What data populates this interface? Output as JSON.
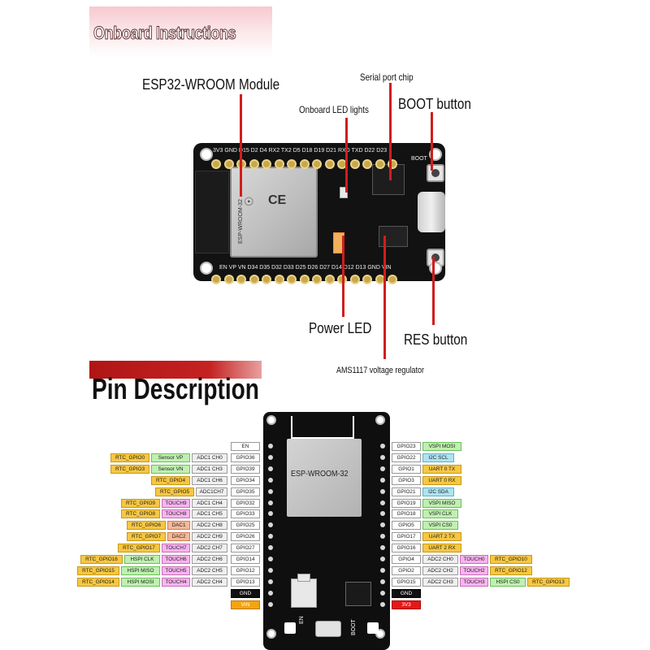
{
  "section1": {
    "title": "Onboard Instructions",
    "labels": {
      "module": "ESP32-WROOM Module",
      "serial_chip": "Serial port chip",
      "onboard_led": "Onboard LED lights",
      "boot_button": "BOOT button",
      "power_led": "Power LED",
      "res_button": "RES button",
      "regulator": "AMS1117 voltage regulator"
    },
    "board_silkscreen": {
      "top_pins": "3V3 GND D15 D2 D4 RX2 TX2 D5 D18 D19 D21 RXD TXD D22 D23",
      "bottom_pins": "EN VP VN D34 D35 D32 D33 D25 D26 D27 D14 D12 D13 GND VIN",
      "module_text": "ESP-WROOM-32",
      "boot_text": "BOOT",
      "en_text": "EN"
    }
  },
  "section2": {
    "title": "Pin Description",
    "module_label": "ESP-WROOM-32",
    "en_mark": "EN",
    "boot_mark": "BOOT",
    "left_rows": [
      {
        "pin": "EN",
        "tags": []
      },
      {
        "pin": "GPIO36",
        "tags": [
          {
            "t": "RTC_GPIO0",
            "c": "yellow"
          },
          {
            "t": "Sensor VP",
            "c": "green"
          },
          {
            "t": "ADC1 CH0",
            "c": "gray"
          }
        ]
      },
      {
        "pin": "GPIO39",
        "tags": [
          {
            "t": "RTC_GPIO3",
            "c": "yellow"
          },
          {
            "t": "Sensor VN",
            "c": "green"
          },
          {
            "t": "ADC1 CH3",
            "c": "gray"
          }
        ]
      },
      {
        "pin": "GPIO34",
        "tags": [
          {
            "t": "RTC_GPIO4",
            "c": "yellow"
          },
          {
            "t": "ADC1 CH6",
            "c": "gray"
          }
        ]
      },
      {
        "pin": "GPIO35",
        "tags": [
          {
            "t": "RTC_GPIO5",
            "c": "yellow"
          },
          {
            "t": "ADC1CH7",
            "c": "gray"
          }
        ]
      },
      {
        "pin": "GPIO32",
        "tags": [
          {
            "t": "RTC_GPIO9",
            "c": "yellow"
          },
          {
            "t": "TOUCH9",
            "c": "pink"
          },
          {
            "t": "ADC1 CH4",
            "c": "gray"
          }
        ]
      },
      {
        "pin": "GPIO33",
        "tags": [
          {
            "t": "RTC_GPIO8",
            "c": "yellow"
          },
          {
            "t": "TOUCH8",
            "c": "pink"
          },
          {
            "t": "ADC1 CH5",
            "c": "gray"
          }
        ]
      },
      {
        "pin": "GPIO25",
        "tags": [
          {
            "t": "RTC_GPIO6",
            "c": "yellow"
          },
          {
            "t": "DAC1",
            "c": "orange"
          },
          {
            "t": "ADC2 CH8",
            "c": "gray"
          }
        ]
      },
      {
        "pin": "GPIO26",
        "tags": [
          {
            "t": "RTC_GPIO7",
            "c": "yellow"
          },
          {
            "t": "DAC2",
            "c": "orange"
          },
          {
            "t": "ADC2 CH9",
            "c": "gray"
          }
        ]
      },
      {
        "pin": "GPIO27",
        "tags": [
          {
            "t": "RTC_GPIO17",
            "c": "yellow"
          },
          {
            "t": "TOUCH7",
            "c": "pink"
          },
          {
            "t": "ADC2 CH7",
            "c": "gray"
          }
        ]
      },
      {
        "pin": "GPIO14",
        "tags": [
          {
            "t": "RTC_GPIO16",
            "c": "yellow"
          },
          {
            "t": "HSPI CLK",
            "c": "green"
          },
          {
            "t": "TOUCH6",
            "c": "pink"
          },
          {
            "t": "ADC2 CH6",
            "c": "gray"
          }
        ]
      },
      {
        "pin": "GPIO12",
        "tags": [
          {
            "t": "RTC_GPIO15",
            "c": "yellow"
          },
          {
            "t": "HSPI MISO",
            "c": "green"
          },
          {
            "t": "TOUCH5",
            "c": "pink"
          },
          {
            "t": "ADC2 CH5",
            "c": "gray"
          }
        ]
      },
      {
        "pin": "GPIO13",
        "tags": [
          {
            "t": "RTC_GPIO14",
            "c": "yellow"
          },
          {
            "t": "HSPI MOSI",
            "c": "green"
          },
          {
            "t": "TOUCH4",
            "c": "pink"
          },
          {
            "t": "ADC2 CH4",
            "c": "gray"
          }
        ]
      },
      {
        "pin": "GND",
        "tags": [],
        "style": "black"
      },
      {
        "pin": "VIN",
        "tags": [],
        "style": "amber"
      }
    ],
    "right_rows": [
      {
        "pin": "GPIO23",
        "tags": [
          {
            "t": "VSPI MOSI",
            "c": "green"
          }
        ]
      },
      {
        "pin": "GPIO22",
        "tags": [
          {
            "t": "I2C SCL",
            "c": "blue"
          }
        ]
      },
      {
        "pin": "GPIO1",
        "tags": [
          {
            "t": "UART 0 TX",
            "c": "yellow"
          }
        ]
      },
      {
        "pin": "GPIO3",
        "tags": [
          {
            "t": "UART 0 RX",
            "c": "yellow"
          }
        ]
      },
      {
        "pin": "GPIO21",
        "tags": [
          {
            "t": "I2C SDA",
            "c": "blue"
          }
        ]
      },
      {
        "pin": "GPIO19",
        "tags": [
          {
            "t": "VSPI MISO",
            "c": "green"
          }
        ]
      },
      {
        "pin": "GPIO18",
        "tags": [
          {
            "t": "VSPI CLK",
            "c": "green"
          }
        ]
      },
      {
        "pin": "GPIO5",
        "tags": [
          {
            "t": "VSPI CS0",
            "c": "green"
          }
        ]
      },
      {
        "pin": "GPIO17",
        "tags": [
          {
            "t": "UART 2 TX",
            "c": "yellow"
          }
        ]
      },
      {
        "pin": "GPIO16",
        "tags": [
          {
            "t": "UART 2 RX",
            "c": "yellow"
          }
        ]
      },
      {
        "pin": "GPIO4",
        "tags": [
          {
            "t": "ADC2 CH0",
            "c": "gray"
          },
          {
            "t": "TOUCH0",
            "c": "pink"
          },
          {
            "t": "RTC_GPIO10",
            "c": "yellow"
          }
        ]
      },
      {
        "pin": "GPIO2",
        "tags": [
          {
            "t": "ADC2 CH2",
            "c": "gray"
          },
          {
            "t": "TOUCH2",
            "c": "pink"
          },
          {
            "t": "RTC_GPIO12",
            "c": "yellow"
          }
        ]
      },
      {
        "pin": "GPIO15",
        "tags": [
          {
            "t": "ADC2 CH3",
            "c": "gray"
          },
          {
            "t": "TOUCH3",
            "c": "pink"
          },
          {
            "t": "HSPI CS0",
            "c": "green"
          },
          {
            "t": "RTC_GPIO13",
            "c": "yellow"
          }
        ]
      },
      {
        "pin": "GND",
        "tags": [],
        "style": "black"
      },
      {
        "pin": "3V3",
        "tags": [],
        "style": "red"
      }
    ]
  },
  "colors": {
    "accent_red": "#d11d1d",
    "banner_red": "#b01515",
    "board_black": "#121212"
  }
}
